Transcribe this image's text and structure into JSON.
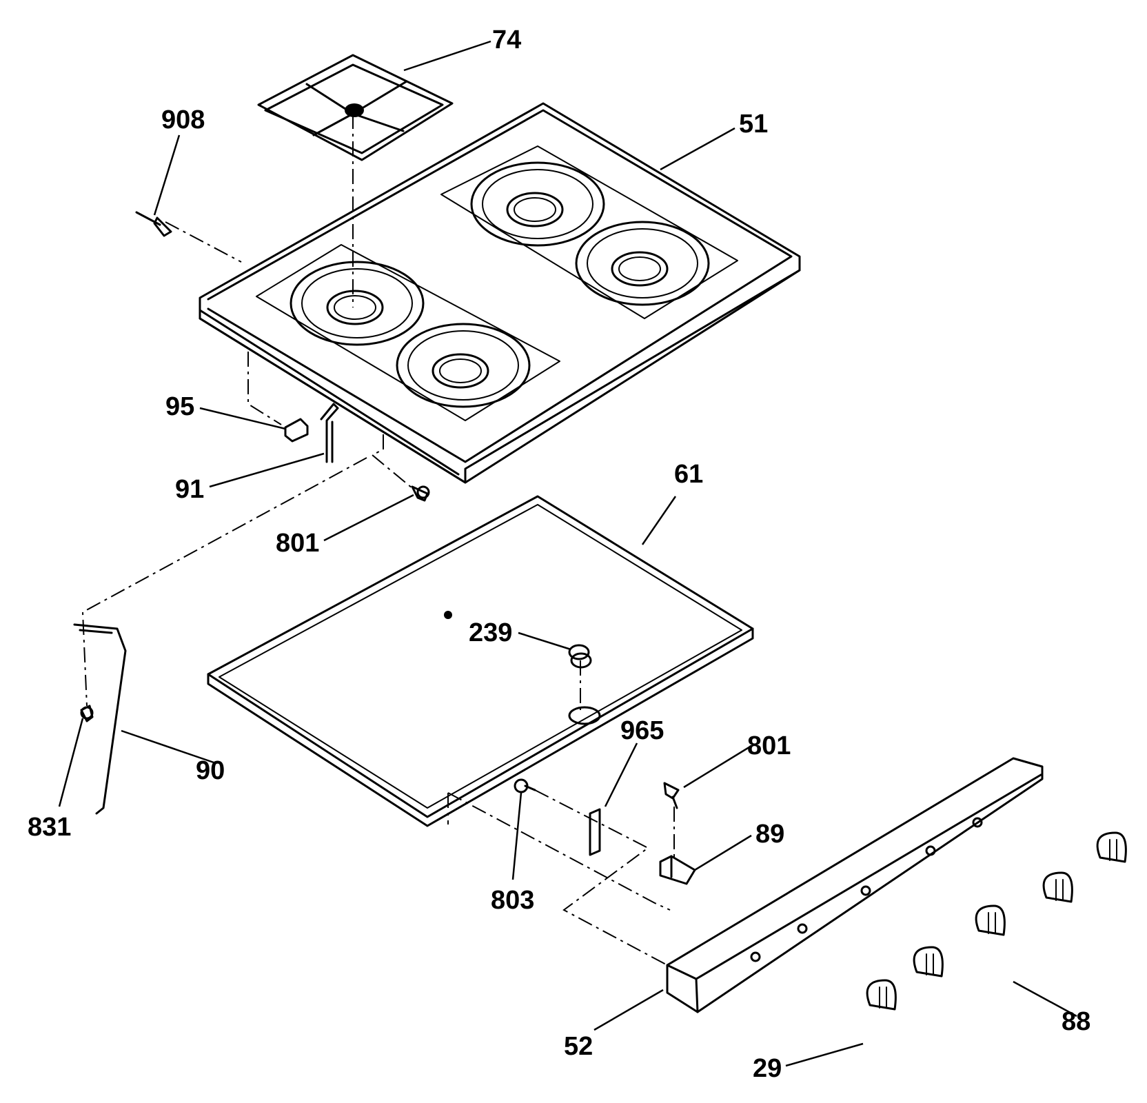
{
  "diagram": {
    "parts": [
      {
        "key": "p74",
        "number": "74"
      },
      {
        "key": "p908",
        "number": "908"
      },
      {
        "key": "p51",
        "number": "51"
      },
      {
        "key": "p95",
        "number": "95"
      },
      {
        "key": "p91",
        "number": "91"
      },
      {
        "key": "p61",
        "number": "61"
      },
      {
        "key": "p801a",
        "number": "801"
      },
      {
        "key": "p239",
        "number": "239"
      },
      {
        "key": "p965",
        "number": "965"
      },
      {
        "key": "p801b",
        "number": "801"
      },
      {
        "key": "p89",
        "number": "89"
      },
      {
        "key": "p90",
        "number": "90"
      },
      {
        "key": "p831",
        "number": "831"
      },
      {
        "key": "p803",
        "number": "803"
      },
      {
        "key": "p52",
        "number": "52"
      },
      {
        "key": "p88",
        "number": "88"
      },
      {
        "key": "p29",
        "number": "29"
      }
    ]
  }
}
